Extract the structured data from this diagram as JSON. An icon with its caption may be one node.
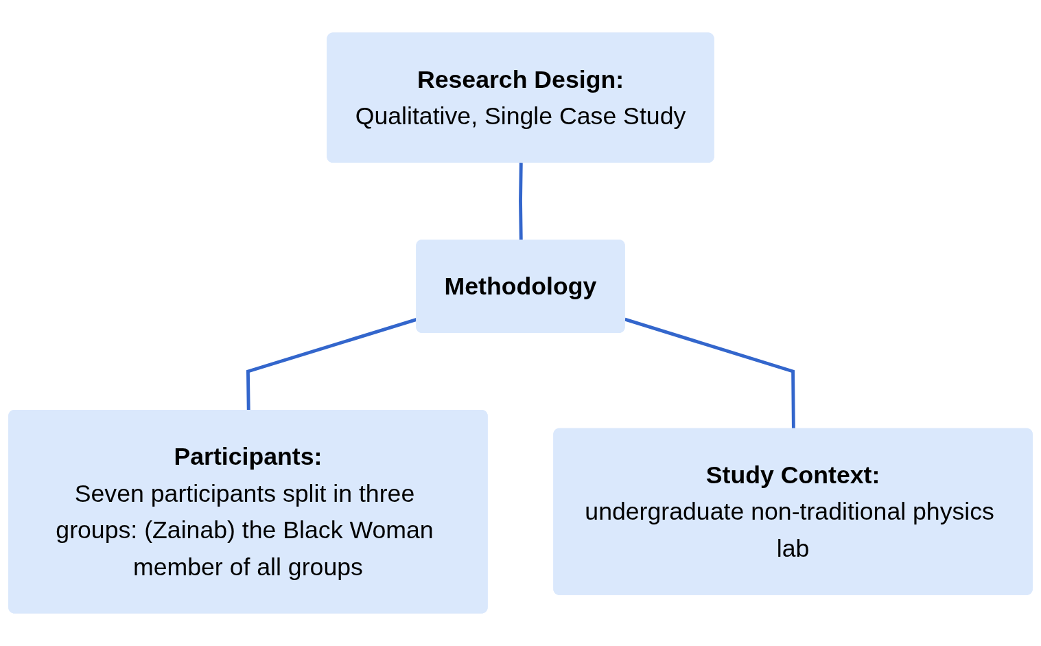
{
  "diagram": {
    "nodes": [
      {
        "text": [
          "Research Design:",
          "Qualitative, Single Case Study"
        ]
      },
      {
        "text": [
          "Methodology"
        ]
      },
      {
        "text": [
          "Participants:",
          "Seven participants split in three groups: (Zainab) the Black Woman member of all groups"
        ]
      },
      {
        "text": [
          "Study Context:",
          "undergraduate non-traditional physics lab"
        ]
      }
    ],
    "edges": [
      {
        "from": 0,
        "to": 1,
        "arrow": "none"
      },
      {
        "from": 1,
        "to": 2,
        "arrow": "none"
      },
      {
        "from": 1,
        "to": 3,
        "arrow": "none"
      }
    ]
  }
}
